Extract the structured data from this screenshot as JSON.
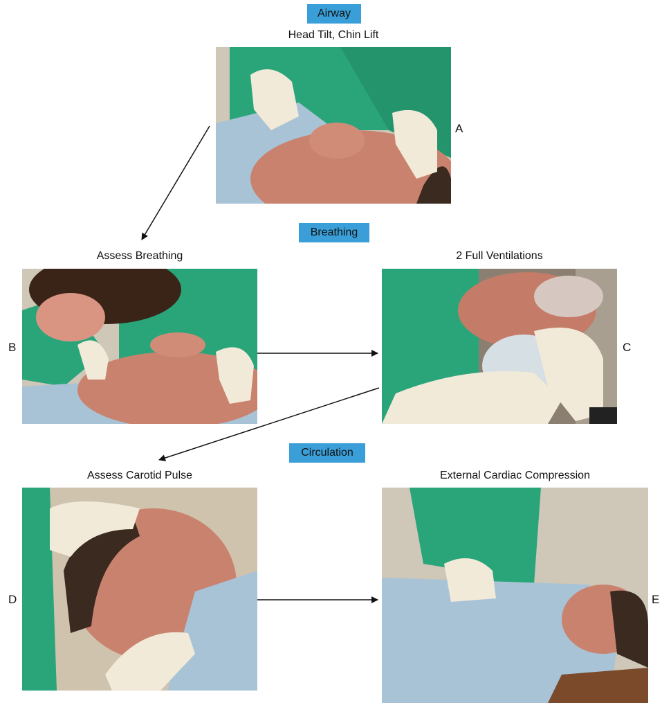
{
  "colors": {
    "tag_bg": "#3a9fd8",
    "scrubs": "#2aa57a",
    "glove": "#f1ead8",
    "skin": "#c9826e",
    "shirt": "#a9c3d6"
  },
  "sections": {
    "airway": "Airway",
    "breathing": "Breathing",
    "circulation": "Circulation"
  },
  "steps": [
    {
      "letter": "A",
      "caption": "Head Tilt, Chin Lift"
    },
    {
      "letter": "B",
      "caption": "Assess Breathing"
    },
    {
      "letter": "C",
      "caption": "2 Full Ventilations"
    },
    {
      "letter": "D",
      "caption": "Assess Carotid Pulse"
    },
    {
      "letter": "E",
      "caption": "External Cardiac Compression"
    }
  ]
}
